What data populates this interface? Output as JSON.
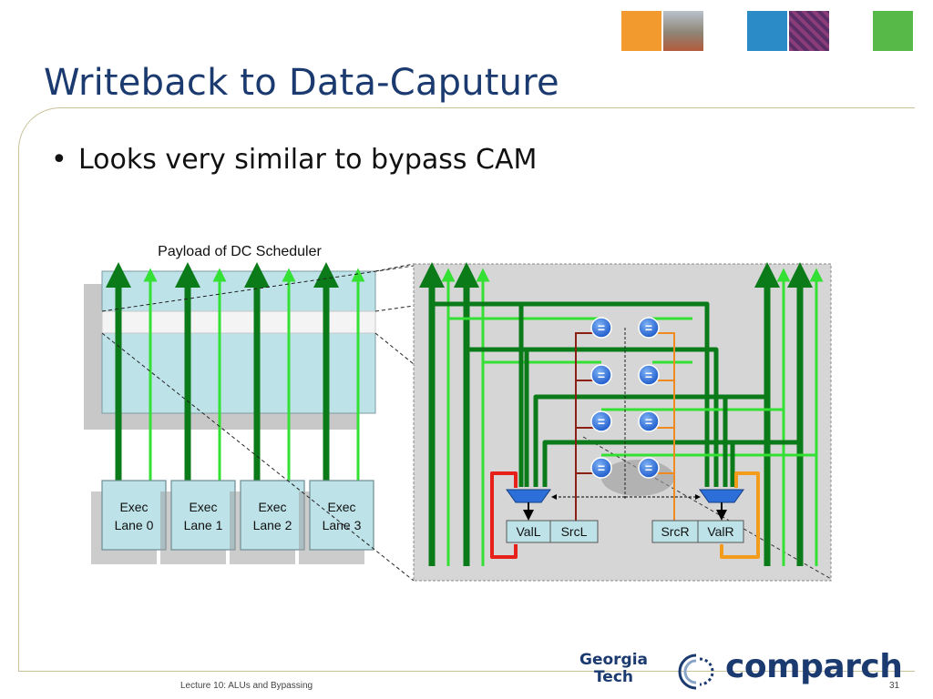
{
  "slide": {
    "title": "Writeback to Data-Caputure",
    "bullet": "Looks very similar to bypass CAM"
  },
  "diagram": {
    "scheduler_label": "Payload of DC Scheduler",
    "lanes": [
      {
        "line1": "Exec",
        "line2": "Lane 0"
      },
      {
        "line1": "Exec",
        "line2": "Lane 1"
      },
      {
        "line1": "Exec",
        "line2": "Lane 2"
      },
      {
        "line1": "Exec",
        "line2": "Lane 3"
      }
    ],
    "comparator_symbol": "=",
    "fields": {
      "val_l": "ValL",
      "src_l": "SrcL",
      "src_r": "SrcR",
      "val_r": "ValR"
    },
    "colors": {
      "dark_green": "#0b7a18",
      "light_green": "#33e033",
      "payload_fill": "#bde2e8",
      "panel_fill": "#d6d6d6",
      "src_l_bus": "#8a1f12",
      "src_r_bus": "#f08a1e",
      "val_l_loop": "#e8201a",
      "val_r_loop": "#f39c1b",
      "comparator": "#2c6fd8"
    }
  },
  "header_swatches": [
    "#f29a2e",
    "#2b8bc6",
    "#57b947"
  ],
  "footer": {
    "lecture": "Lecture 10: ALUs and Bypassing",
    "page": "31",
    "logo_line1": "Georgia",
    "logo_line2": "Tech",
    "brand": "comparch"
  }
}
